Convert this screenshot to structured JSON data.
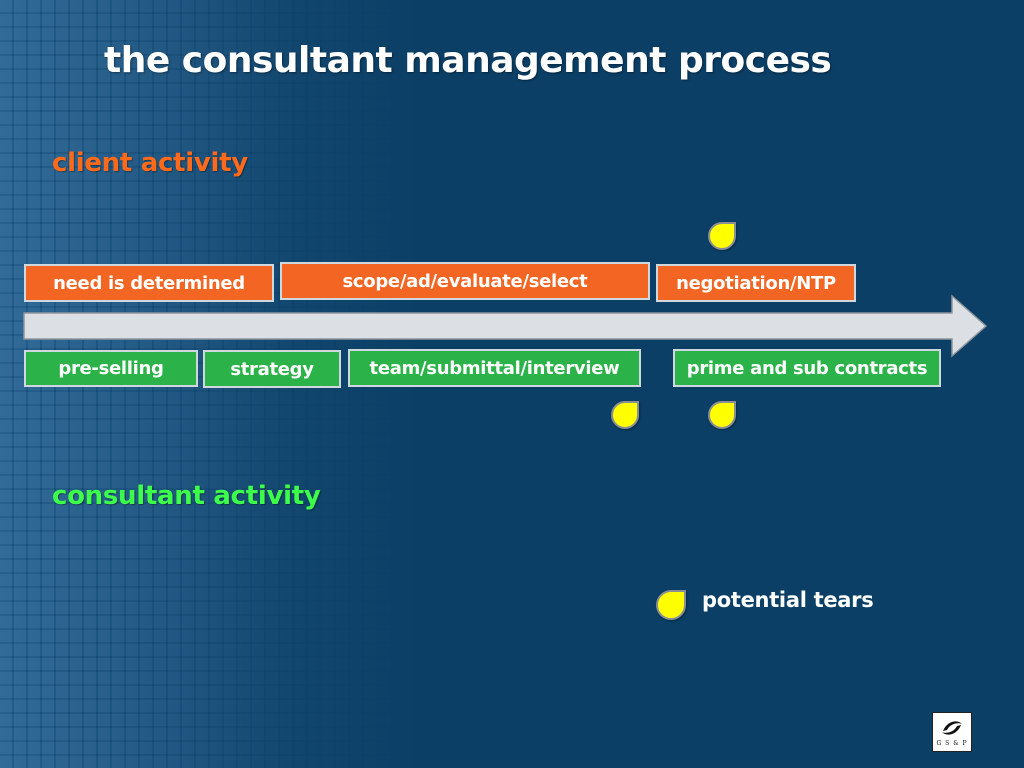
{
  "title": "the consultant management process",
  "client_label": "client activity",
  "consultant_label": "consultant activity",
  "client_steps": [
    "need is determined",
    "scope/ad/evaluate/select",
    "negotiation/NTP"
  ],
  "consultant_steps": [
    "pre-selling",
    "strategy",
    "team/submittal/interview",
    "prime and sub contracts"
  ],
  "legend": {
    "label": "potential tears",
    "icon": "tear-icon"
  },
  "logo": {
    "text": "G S & P"
  },
  "colors": {
    "background": "#0b3f66",
    "client": "#f26522",
    "consultant": "#2bb34a",
    "tear": "#ffff00"
  }
}
